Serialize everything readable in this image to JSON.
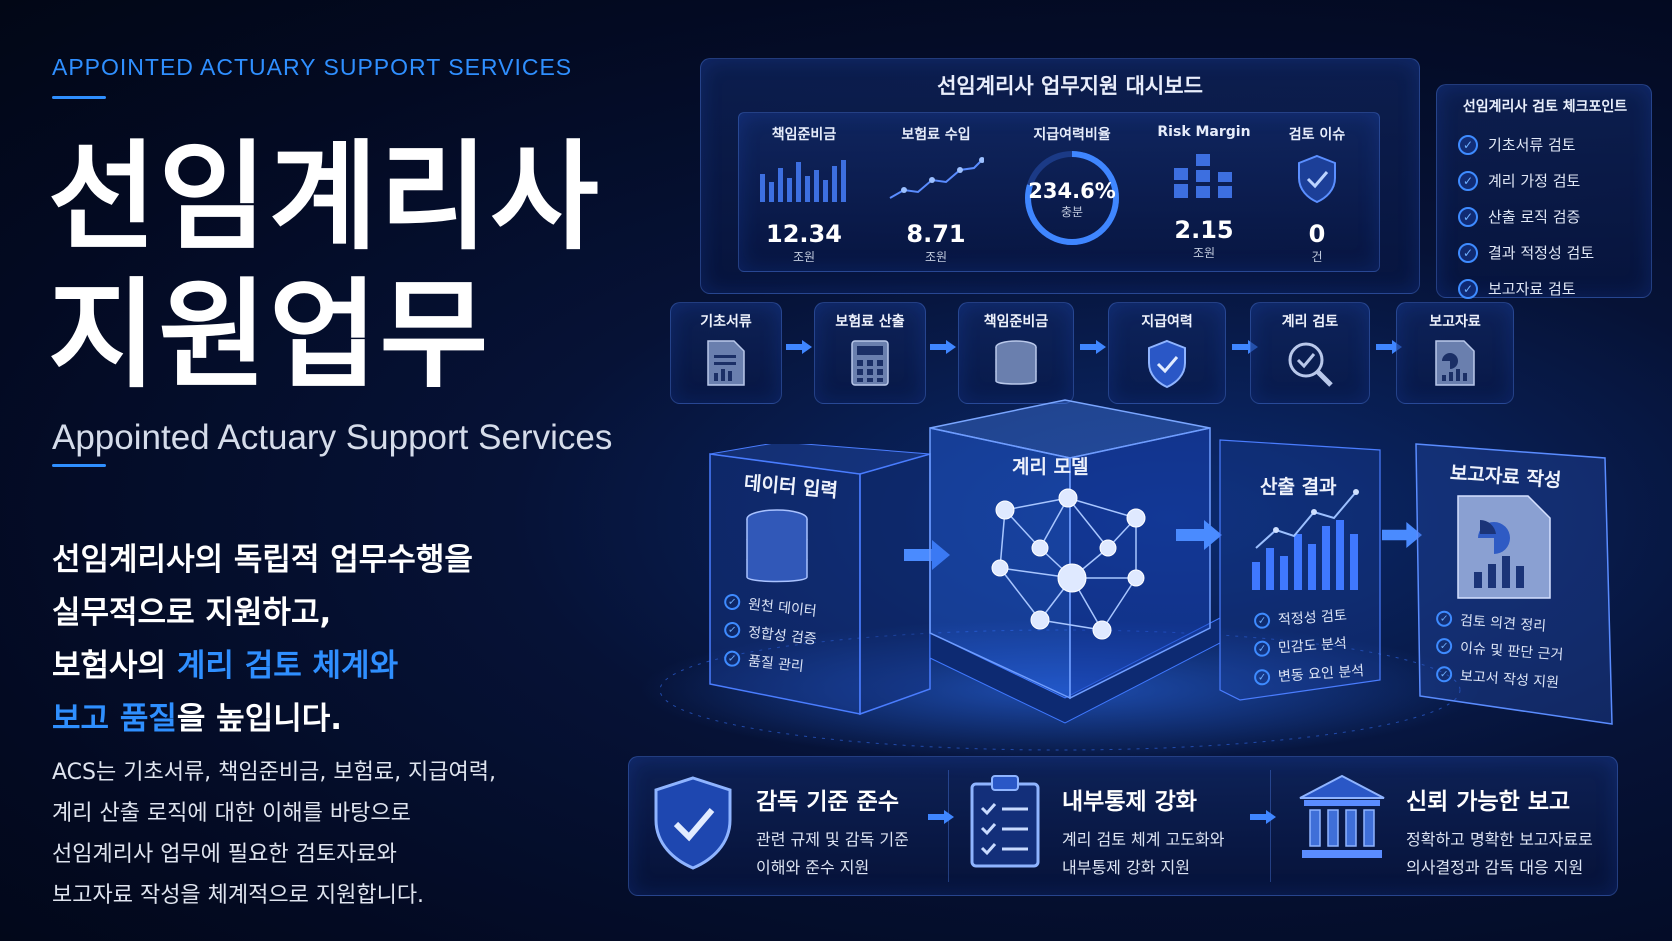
{
  "hero": {
    "eyebrow": "APPOINTED ACTUARY SUPPORT SERVICES",
    "title_line1": "선임계리사",
    "title_line2": "지원업무",
    "subtitle": "Appointed Actuary Support Services",
    "lead_line1": "선임계리사의 독립적 업무수행을",
    "lead_line2": "실무적으로 지원하고,",
    "lead_line3_pre": "보험사의 ",
    "lead_line3_hl": "계리 검토 체계와",
    "lead_line4_hl": "보고 품질",
    "lead_line4_post": "을 높입니다.",
    "body": [
      "ACS는 기초서류, 책임준비금, 보험료, 지급여력,",
      "계리 산출 로직에 대한 이해를 바탕으로",
      "선임계리사 업무에 필요한 검토자료와",
      "보고자료 작성을 체계적으로 지원합니다."
    ]
  },
  "dashboard": {
    "title": "선임계리사 업무지원 대시보드",
    "kpis": [
      {
        "label": "책임준비금",
        "value": "12.34",
        "unit": "조원",
        "icon": "bar-chart-icon"
      },
      {
        "label": "보험료 수입",
        "value": "8.71",
        "unit": "조원",
        "icon": "line-chart-icon"
      },
      {
        "label": "지급여력비율",
        "value": "234.6%",
        "unit": "충분",
        "icon": "ring-gauge-icon"
      },
      {
        "label": "Risk Margin",
        "value": "2.15",
        "unit": "조원",
        "icon": "block-chart-icon"
      },
      {
        "label": "검토 이슈",
        "value": "0",
        "unit": "건",
        "icon": "shield-check-icon"
      }
    ]
  },
  "checklist": {
    "title": "선임계리사 검토 체크포인트",
    "items": [
      "기초서류 검토",
      "계리 가정 검토",
      "산출 로직 검증",
      "결과 적정성 검토",
      "보고자료 검토"
    ]
  },
  "process": {
    "steps": [
      {
        "label": "기초서류",
        "icon": "document-icon"
      },
      {
        "label": "보험료 산출",
        "icon": "calculator-icon"
      },
      {
        "label": "책임준비금",
        "icon": "database-icon"
      },
      {
        "label": "지급여력",
        "icon": "shield-check-icon"
      },
      {
        "label": "계리 검토",
        "icon": "magnifier-check-icon"
      },
      {
        "label": "보고자료",
        "icon": "report-icon"
      }
    ]
  },
  "model": {
    "data_input": {
      "title": "데이터 입력",
      "items": [
        "원천 데이터",
        "정합성 검증",
        "품질 관리"
      ]
    },
    "actuarial_model": {
      "title": "계리 모델"
    },
    "results": {
      "title": "산출 결과",
      "items": [
        "적정성 검토",
        "민감도 분석",
        "변동 요인 분석"
      ]
    },
    "report": {
      "title": "보고자료 작성",
      "items": [
        "검토 의견 정리",
        "이슈 및 판단 근거",
        "보고서 작성 지원"
      ]
    }
  },
  "benefits": [
    {
      "title": "감독 기준 준수",
      "desc1": "관련 규제 및 감독 기준",
      "desc2": "이해와 준수 지원",
      "icon": "shield-check-icon"
    },
    {
      "title": "내부통제 강화",
      "desc1": "계리 검토 체계 고도화와",
      "desc2": "내부통제 강화 지원",
      "icon": "clipboard-icon"
    },
    {
      "title": "신뢰 가능한 보고",
      "desc1": "정확하고 명확한 보고자료로",
      "desc2": "의사결정과 감독 대응 지원",
      "icon": "institution-icon"
    }
  ],
  "colors": {
    "accent": "#2f8fff",
    "background": "#061236",
    "text": "#ffffff"
  }
}
